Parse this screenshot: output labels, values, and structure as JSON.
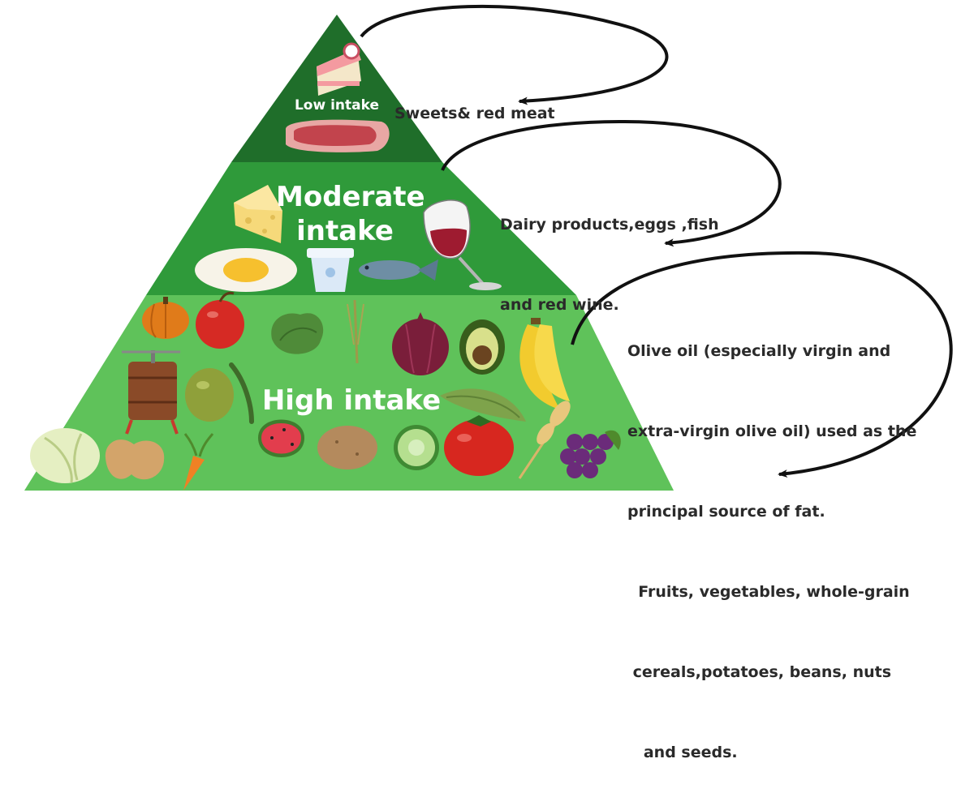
{
  "colors": {
    "tier_top": "#1f6e2a",
    "tier_mid": "#2f9a3a",
    "tier_base": "#5fc25a",
    "arrow": "#111111",
    "label_text": "#ffffff",
    "desc_text": "#2a2a2a"
  },
  "tiers": [
    {
      "label_lines": [
        "Low intake"
      ],
      "foods": [
        "cake-icon",
        "steak-icon"
      ]
    },
    {
      "label_lines": [
        "Moderate",
        "intake"
      ],
      "foods": [
        "cheese-icon",
        "egg-icon",
        "yogurt-icon",
        "fish-icon",
        "wine-glass-icon"
      ]
    },
    {
      "label_lines": [
        "High intake"
      ],
      "foods": [
        "pumpkin-icon",
        "apple-icon",
        "lettuce-icon",
        "wheat-icon",
        "onion-icon",
        "avocado-icon",
        "banana-icon",
        "olive-press-icon",
        "olives-icon",
        "pea-pod-icon",
        "cabbage-icon",
        "peanut-icon",
        "carrot-icon",
        "watermelon-icon",
        "potato-icon",
        "cucumber-icon",
        "tomato-icon",
        "grain-icon",
        "grapes-icon"
      ]
    }
  ],
  "descriptions": [
    {
      "lines": [
        "Sweets& red meat"
      ]
    },
    {
      "lines": [
        "Dairy products,eggs ,fish",
        "and red wine."
      ]
    },
    {
      "lines": [
        "Olive oil (especially virgin and",
        "extra-virgin olive oil) used as the",
        "principal source of fat.",
        "  Fruits, vegetables, whole-grain",
        " cereals,potatoes, beans, nuts",
        "   and seeds."
      ]
    }
  ]
}
